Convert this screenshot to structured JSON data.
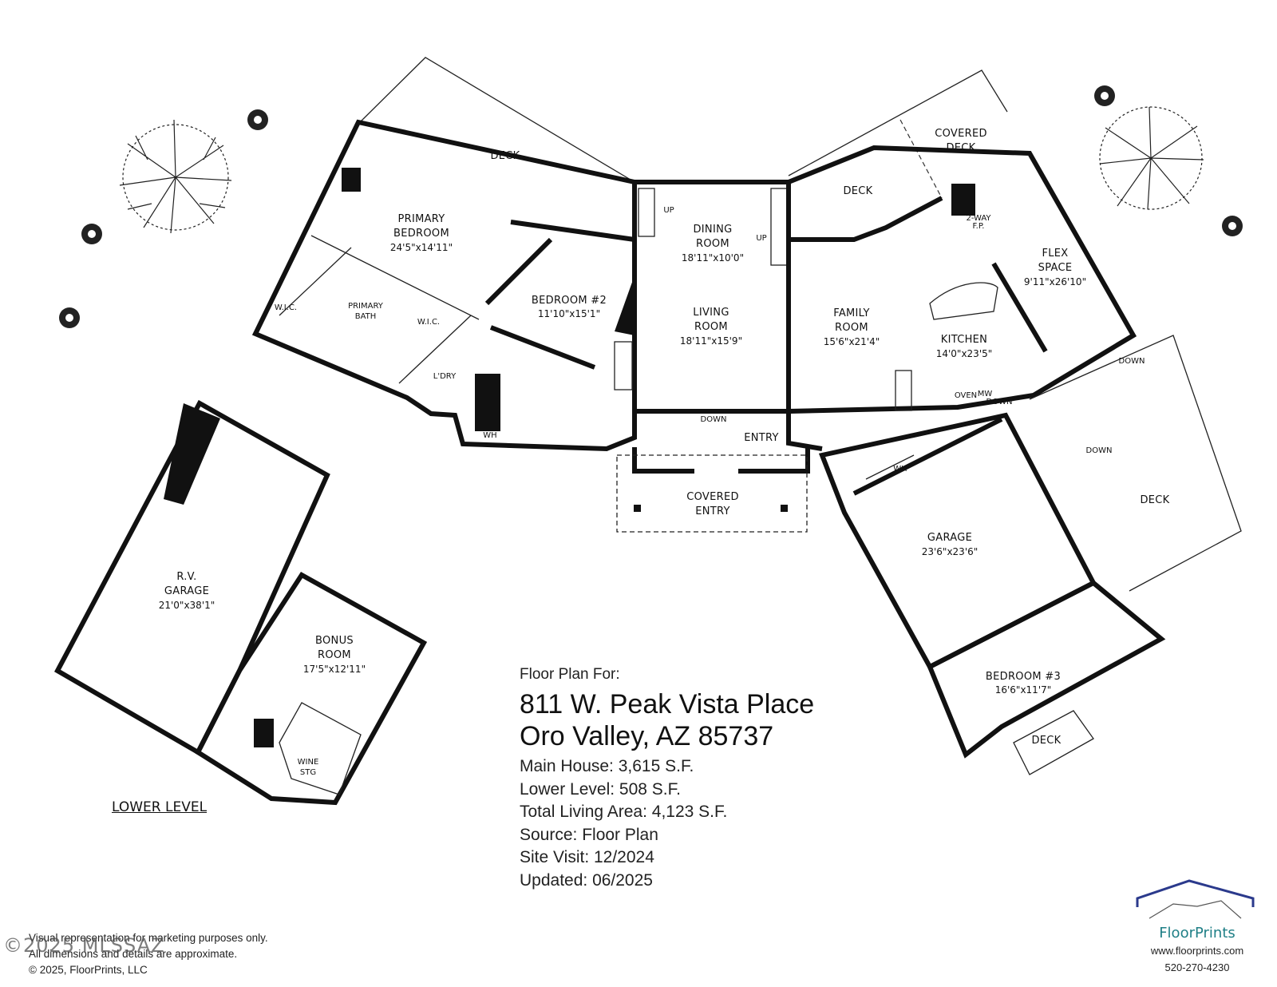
{
  "rooms": {
    "deck_top": "DECK",
    "primary_bedroom": {
      "name1": "PRIMARY",
      "name2": "BEDROOM",
      "dim": "24'5\"x14'11\""
    },
    "wic_left": "W.I.C.",
    "primary_bath": {
      "name1": "PRIMARY",
      "name2": "BATH"
    },
    "wic_right": "W.I.C.",
    "laundry": "L'DRY",
    "wh1": "WH",
    "bedroom2": {
      "name": "BEDROOM #2",
      "dim": "11'10\"x15'1\""
    },
    "dining_room": {
      "name1": "DINING",
      "name2": "ROOM",
      "dim": "18'11\"x10'0\""
    },
    "living_room": {
      "name1": "LIVING",
      "name2": "ROOM",
      "dim": "18'11\"x15'9\""
    },
    "up1": "UP",
    "up2": "UP",
    "down_living": "DOWN",
    "entry": "ENTRY",
    "covered_entry": {
      "name1": "COVERED",
      "name2": "ENTRY"
    },
    "deck_mid": "DECK",
    "covered_deck": {
      "name1": "COVERED",
      "name2": "DECK"
    },
    "fireplace": {
      "name1": "2-WAY",
      "name2": "F.P."
    },
    "flex_space": {
      "name1": "FLEX",
      "name2": "SPACE",
      "dim": "9'11\"x26'10\""
    },
    "family_room": {
      "name1": "FAMILY",
      "name2": "ROOM",
      "dim": "15'6\"x21'4\""
    },
    "kitchen": {
      "name": "KITCHEN",
      "dim": "14'0\"x23'5\""
    },
    "oven": "OVEN",
    "mw": "MW",
    "down_kitchen": "DOWN",
    "down_flex": "DOWN",
    "down_deck": "DOWN",
    "wh2": "WH",
    "garage": {
      "name": "GARAGE",
      "dim": "23'6\"x23'6\""
    },
    "deck_right": "DECK",
    "bedroom3": {
      "name": "BEDROOM #3",
      "dim": "16'6\"x11'7\""
    },
    "deck_bottom": "DECK",
    "rv_garage": {
      "name1": "R.V.",
      "name2": "GARAGE",
      "dim": "21'0\"x38'1\""
    },
    "bonus_room": {
      "name1": "BONUS",
      "name2": "ROOM",
      "dim": "17'5\"x12'11\""
    },
    "wine": {
      "name1": "WINE",
      "name2": "STG"
    }
  },
  "lower_level": "LOWER LEVEL",
  "info": {
    "for": "Floor Plan For:",
    "address1": "811 W. Peak Vista Place",
    "address2": "Oro Valley, AZ  85737",
    "main_house": "Main House:  3,615 S.F.",
    "lower_level": "Lower Level:  508 S.F.",
    "total": "Total Living Area:  4,123 S.F.",
    "source": "Source:  Floor Plan",
    "site_visit": "Site Visit:  12/2024",
    "updated": "Updated:  06/2025"
  },
  "disclaimer": {
    "line1": "Visual representation for marketing purposes only.",
    "line2": "All dimensions and details are approximate.",
    "line3": "© 2025, FloorPrints, LLC"
  },
  "watermark": "©2025 MLSSAZ",
  "brand": {
    "name": "FloorPrints",
    "url": "www.floorprints.com",
    "phone": "520-270-4230",
    "color": "#1f7f86",
    "roof_color": "#2b3a8c"
  }
}
